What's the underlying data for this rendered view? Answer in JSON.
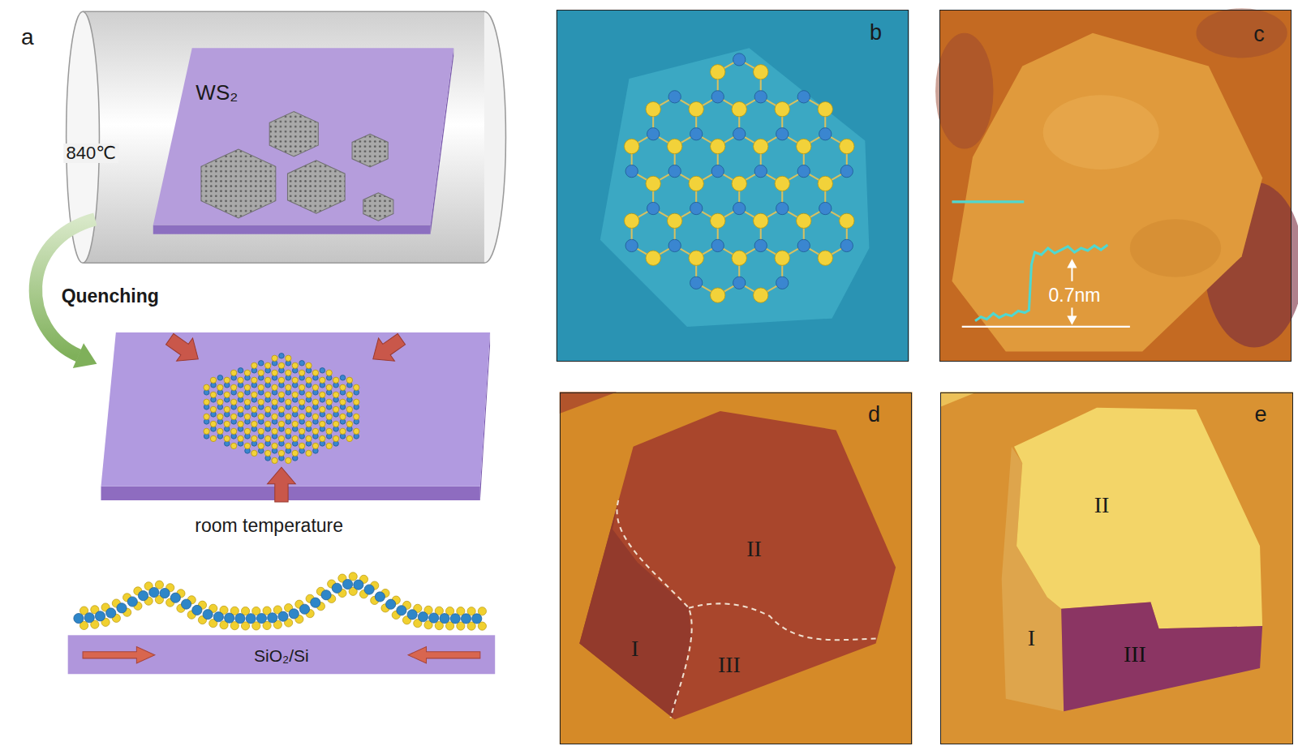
{
  "diagram": {
    "nodes": [
      {
        "text": [
          "b"
        ]
      },
      {
        "text": [
          "c",
          "0.7nm"
        ]
      },
      {
        "text": [
          "d",
          "II",
          "I",
          "III"
        ]
      },
      {
        "text": [
          "e",
          "II",
          "I",
          "III"
        ]
      }
    ],
    "labels": [
      "a",
      "WS₂",
      "840℃",
      "Quenching",
      "room temperature",
      "SiO₂/Si"
    ]
  }
}
